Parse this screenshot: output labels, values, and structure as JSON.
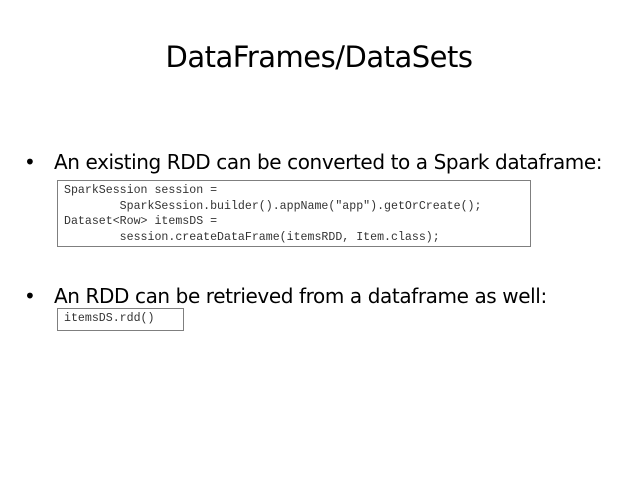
{
  "slide": {
    "title": "DataFrames/DataSets",
    "bullets": [
      {
        "text": "An existing RDD can be converted to a Spark dataframe:",
        "code": "SparkSession session =\n        SparkSession.builder().appName(\"app\").getOrCreate();\nDataset<Row> itemsDS =\n        session.createDataFrame(itemsRDD, Item.class);"
      },
      {
        "text": "An RDD can be retrieved from a dataframe as well:",
        "code": "itemsDS.rdd()"
      }
    ],
    "bullet_glyph": "•"
  }
}
